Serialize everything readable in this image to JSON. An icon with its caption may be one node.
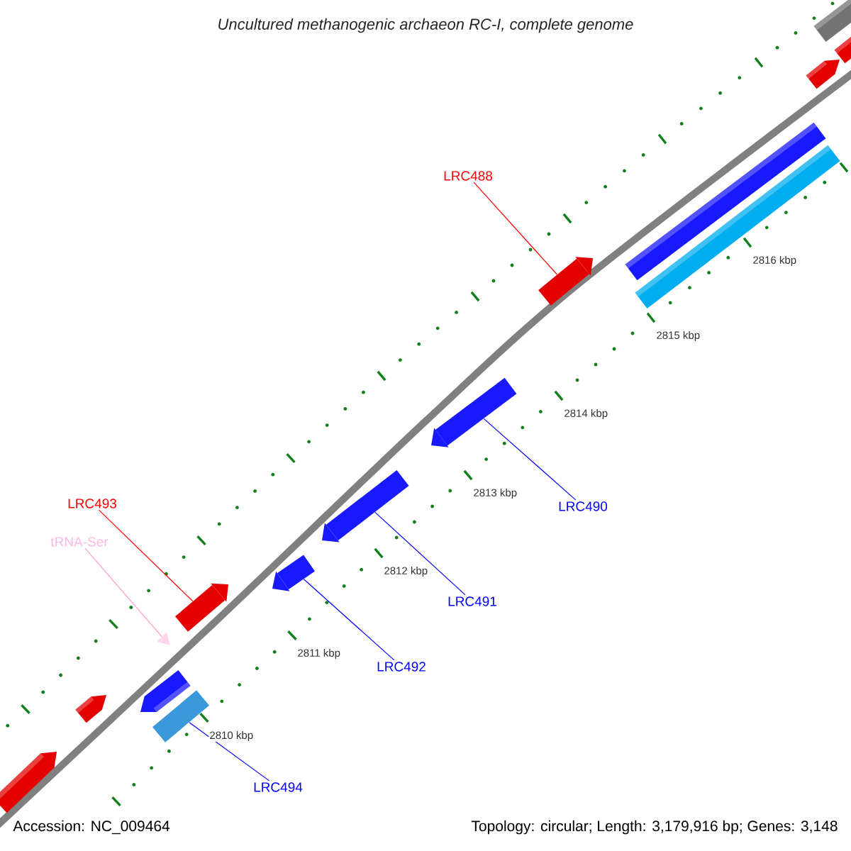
{
  "diagram": {
    "title": "Uncultured methanogenic archaeon RC-I, complete genome",
    "nodes": [
      {
        "text": [
          "LRC488"
        ]
      },
      {
        "text": [
          "LRC493"
        ]
      },
      {
        "text": [
          "tRNA-Ser"
        ]
      },
      {
        "text": [
          "LRC490"
        ]
      },
      {
        "text": [
          "LRC491"
        ]
      },
      {
        "text": [
          "LRC492"
        ]
      },
      {
        "text": [
          "LRC494"
        ]
      },
      {
        "text": [],
        "shape": "arrow"
      },
      {
        "text": [],
        "shape": "arrow"
      },
      {
        "text": [],
        "shape": "arrow"
      },
      {
        "text": [],
        "shape": "arrow"
      },
      {
        "text": [],
        "shape": "arrow"
      },
      {
        "text": [],
        "shape": "triangle"
      },
      {
        "text": [],
        "shape": "box"
      }
    ],
    "edges": [
      {
        "from": 0,
        "to": 7,
        "arrow": "none",
        "color": "#ff0000"
      },
      {
        "from": 1,
        "to": 11,
        "arrow": "none",
        "color": "#ff0000"
      },
      {
        "from": 2,
        "to": 12,
        "arrow": "none",
        "color": "#ff99cc"
      },
      {
        "from": 3,
        "to": 8,
        "arrow": "none"
      },
      {
        "from": 4,
        "to": 9,
        "arrow": "none"
      },
      {
        "from": 5,
        "to": 10,
        "arrow": "none"
      },
      {
        "from": 6,
        "to": 13,
        "arrow": "none"
      }
    ],
    "labels": [
      "2816 kbp",
      "2815 kbp",
      "2814 kbp",
      "2813 kbp",
      "2812 kbp",
      "2811 kbp",
      "2810 kbp",
      "Accession: NC_009464",
      "Topology: circular; Length: 3,179,916 bp; Genes: 3,148"
    ]
  }
}
